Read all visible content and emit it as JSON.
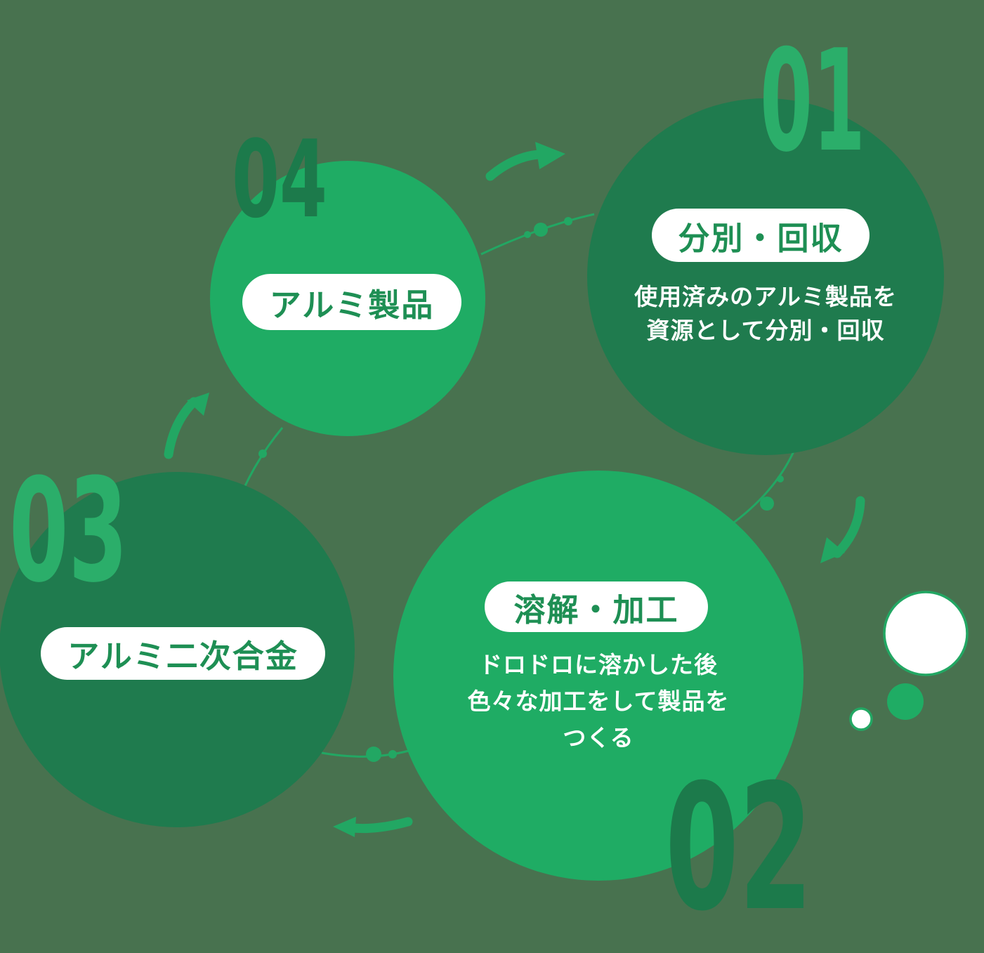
{
  "diagram": {
    "name": "aluminum-recycling-cycle",
    "palette": {
      "background": "#48724F",
      "circle_dark": "#1F7B4E",
      "circle_bright": "#1FAC64",
      "number_bright": "#2BAE6A",
      "number_dark": "#1C7A4B",
      "pill_background": "#FFFFFF",
      "pill_text": "#1E8F54",
      "accent_arrow": "#22A763",
      "description_text": "#FFFFFF"
    },
    "icons": [
      "curved-arrow-icon",
      "dotted-connector-path",
      "bubble-circles"
    ]
  },
  "steps": [
    {
      "number": "01",
      "label": "分別・回収",
      "description_lines": [
        "使用済みのアルミ製品を",
        "資源として分別・回収"
      ]
    },
    {
      "number": "02",
      "label": "溶解・加工",
      "description_lines": [
        "ドロドロに溶かした後",
        "色々な加工をして製品を",
        "つくる"
      ]
    },
    {
      "number": "03",
      "label": "アルミ二次合金",
      "description_lines": []
    },
    {
      "number": "04",
      "label": "アルミ製品",
      "description_lines": []
    }
  ]
}
